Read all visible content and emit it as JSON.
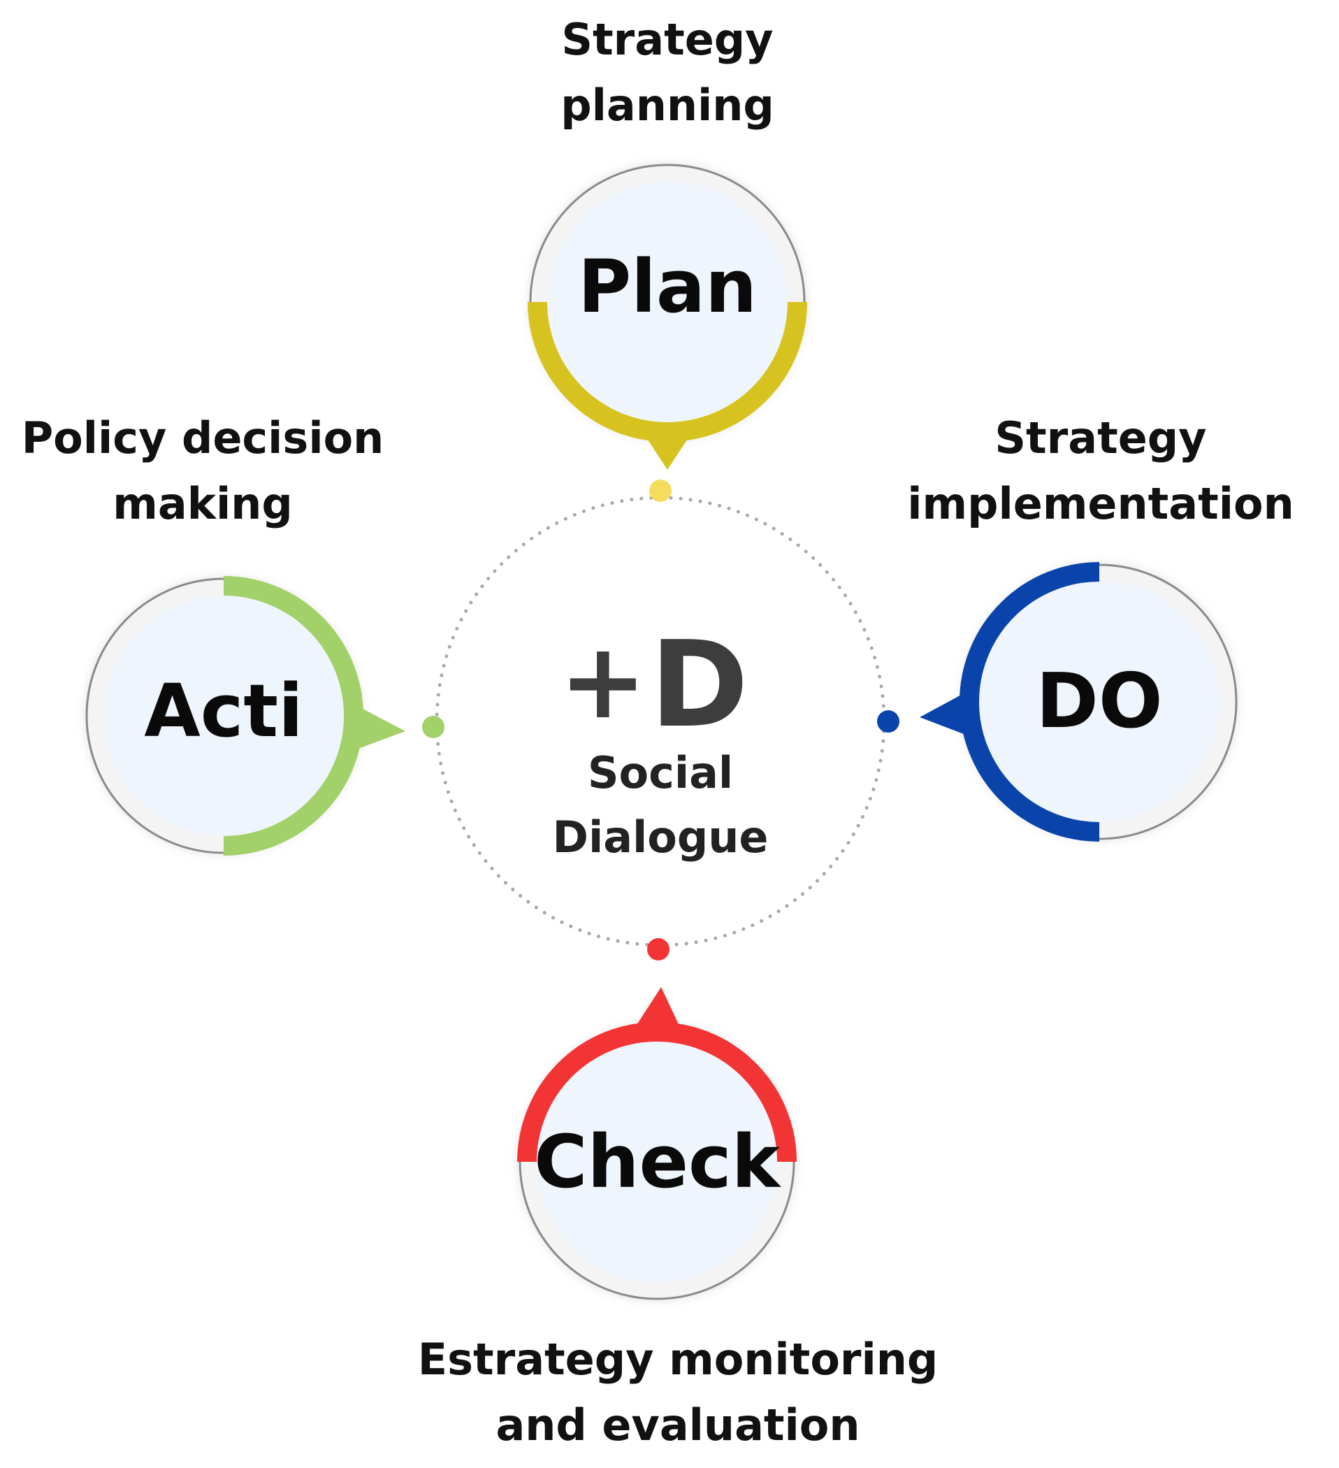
{
  "center": {
    "mark_plus": "+",
    "mark_letter": "D",
    "caption_line1": "Social",
    "caption_line2": "Dialogue",
    "ring_color": "#a8a8a8",
    "mark_color": "#3d3d3d"
  },
  "nodes": {
    "plan": {
      "word": "Plan",
      "label_line1": "Strategy",
      "label_line2": "planning",
      "accent": "#d6c31f",
      "dot": "#f6dc5c"
    },
    "do": {
      "word": "DO",
      "label_line1": "Strategy",
      "label_line2": "implementation",
      "accent": "#0a44aa",
      "dot": "#0a44aa"
    },
    "check": {
      "word": "Check",
      "label_line1": "Estrategy monitoring",
      "label_line2": "and evaluation",
      "accent": "#f23435",
      "dot": "#f23435"
    },
    "act": {
      "word": "Acti",
      "label_line1": "Policy decision",
      "label_line2": "making",
      "accent": "#a2d069",
      "dot": "#a2d069"
    }
  }
}
